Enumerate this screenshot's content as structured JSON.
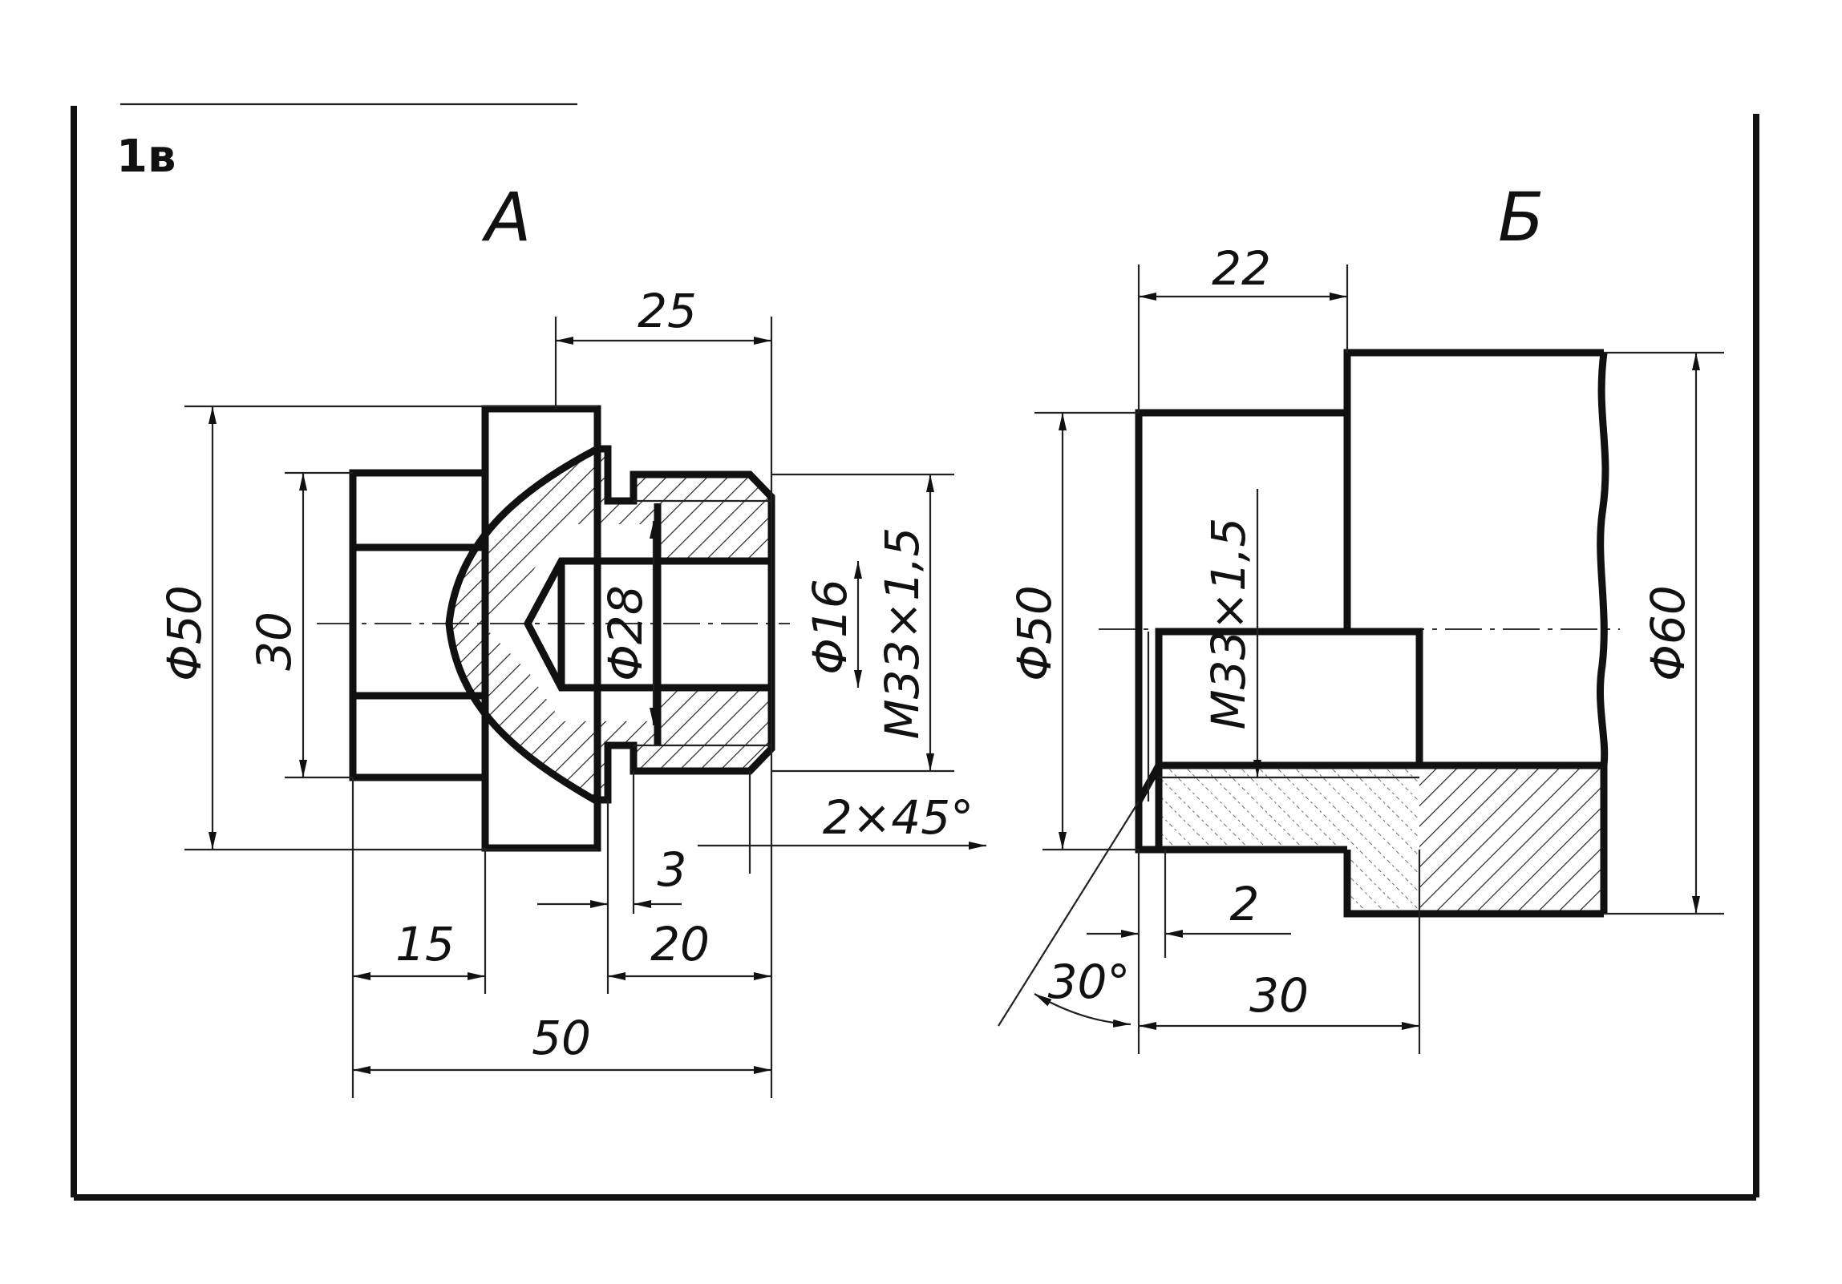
{
  "sheet_label": "1в",
  "views": [
    {
      "title": "А",
      "dimensions": {
        "d_outer": "Φ50",
        "hex": "30",
        "top_length": "25",
        "d_bore": "Φ28",
        "d_drill": "Φ16",
        "thread": "M33×1,5",
        "chamfer": "2×45°",
        "groove": "3",
        "thread_length": "20",
        "head_length": "15",
        "total_length": "50"
      }
    },
    {
      "title": "Б",
      "dimensions": {
        "top_length": "22",
        "d_small": "Φ50",
        "thread": "M33×1,5",
        "d_large": "Φ60",
        "chamfer_len": "2",
        "angle": "30°",
        "thread_length": "30"
      }
    }
  ]
}
